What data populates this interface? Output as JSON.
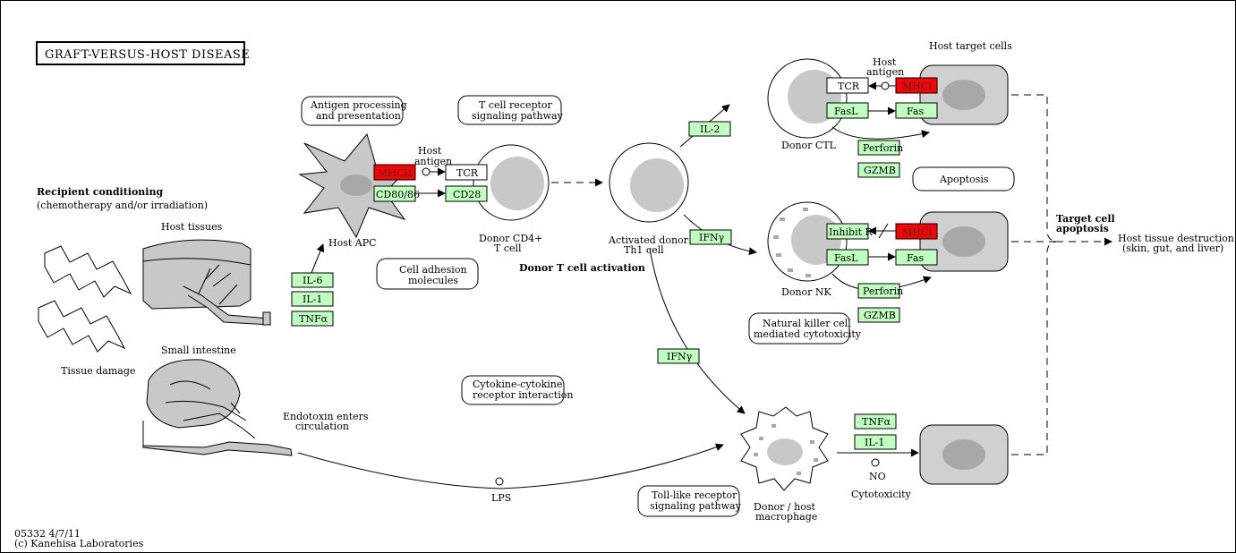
{
  "title": "GRAFT-VERSUS-HOST  DISEASE",
  "footer": {
    "id": "05332 4/7/11",
    "copyright": "(c) Kanehisa Laboratories"
  },
  "colors": {
    "gene_box": "#bfffbf",
    "highlight_box": "#ff0000",
    "cell_fill": "#d0d0d0",
    "nucleus": "#a8a8a8"
  },
  "labels": {
    "recipient_conditioning": "Recipient conditioning",
    "conditioning_detail": "(chemotherapy and/or irradiation)",
    "host_tissues": "Host tissues",
    "tissue_damage": "Tissue damage",
    "small_intestine": "Small intestine",
    "endotoxin_1": "Endotoxin enters",
    "endotoxin_2": "circulation",
    "lps": "LPS",
    "host_apc": "Host APC",
    "host_antigen_1a": "Host",
    "host_antigen_1b": "antigen",
    "donor_cd4_1": "Donor CD4+",
    "donor_cd4_2": "T cell",
    "donor_t_activation": "Donor T cell activation",
    "activated_th1_1": "Activated donor",
    "activated_th1_2": "Th1 cell",
    "host_target_cells": "Host target cells",
    "host_antigen_2a": "Host",
    "host_antigen_2b": "antigen",
    "donor_ctl": "Donor CTL",
    "donor_nk": "Donor NK",
    "macrophage_1": "Donor / host",
    "macrophage_2": "macrophage",
    "no": "NO",
    "cytotoxicity": "Cytotoxicity",
    "target_apoptosis_1": "Target cell",
    "target_apoptosis_2": "apoptosis",
    "tissue_destruction_1": "Host tissue destruction",
    "tissue_destruction_2": "(skin, gut, and liver)"
  },
  "pathway_links": {
    "antigen_processing_1": "Antigen processing",
    "antigen_processing_2": "and presentation",
    "tcr_signaling_1": "T cell receptor",
    "tcr_signaling_2": "signaling pathway",
    "cell_adhesion_1": "Cell adhesion",
    "cell_adhesion_2": "molecules",
    "cytokine_1": "Cytokine-cytokine",
    "cytokine_2": "receptor interaction",
    "toll_like_1": "Toll-like receptor",
    "toll_like_2": "signaling pathway",
    "nk_cytotoxicity_1": "Natural killer cell",
    "nk_cytotoxicity_2": "mediated cytotoxicity",
    "apoptosis": "Apoptosis"
  },
  "genes": {
    "il6": "IL-6",
    "il1_a": "IL-1",
    "tnfa_a": "TNFα",
    "mhcii": "MHCII",
    "cd8086": "CD80/86",
    "tcr_a": "TCR",
    "cd28": "CD28",
    "il2": "IL-2",
    "ifng_a": "IFNγ",
    "ifng_b": "IFNγ",
    "tcr_b": "TCR",
    "mhci_a": "MHCI",
    "fasl_a": "FasL",
    "fas_a": "Fas",
    "perforin_a": "Perforin",
    "gzmb_a": "GZMB",
    "inhibit_r": "Inhibit R",
    "mhci_b": "MHCI",
    "fasl_b": "FasL",
    "fas_b": "Fas",
    "perforin_b": "Perforin",
    "gzmb_b": "GZMB",
    "tnfa_b": "TNFα",
    "il1_b": "IL-1"
  }
}
